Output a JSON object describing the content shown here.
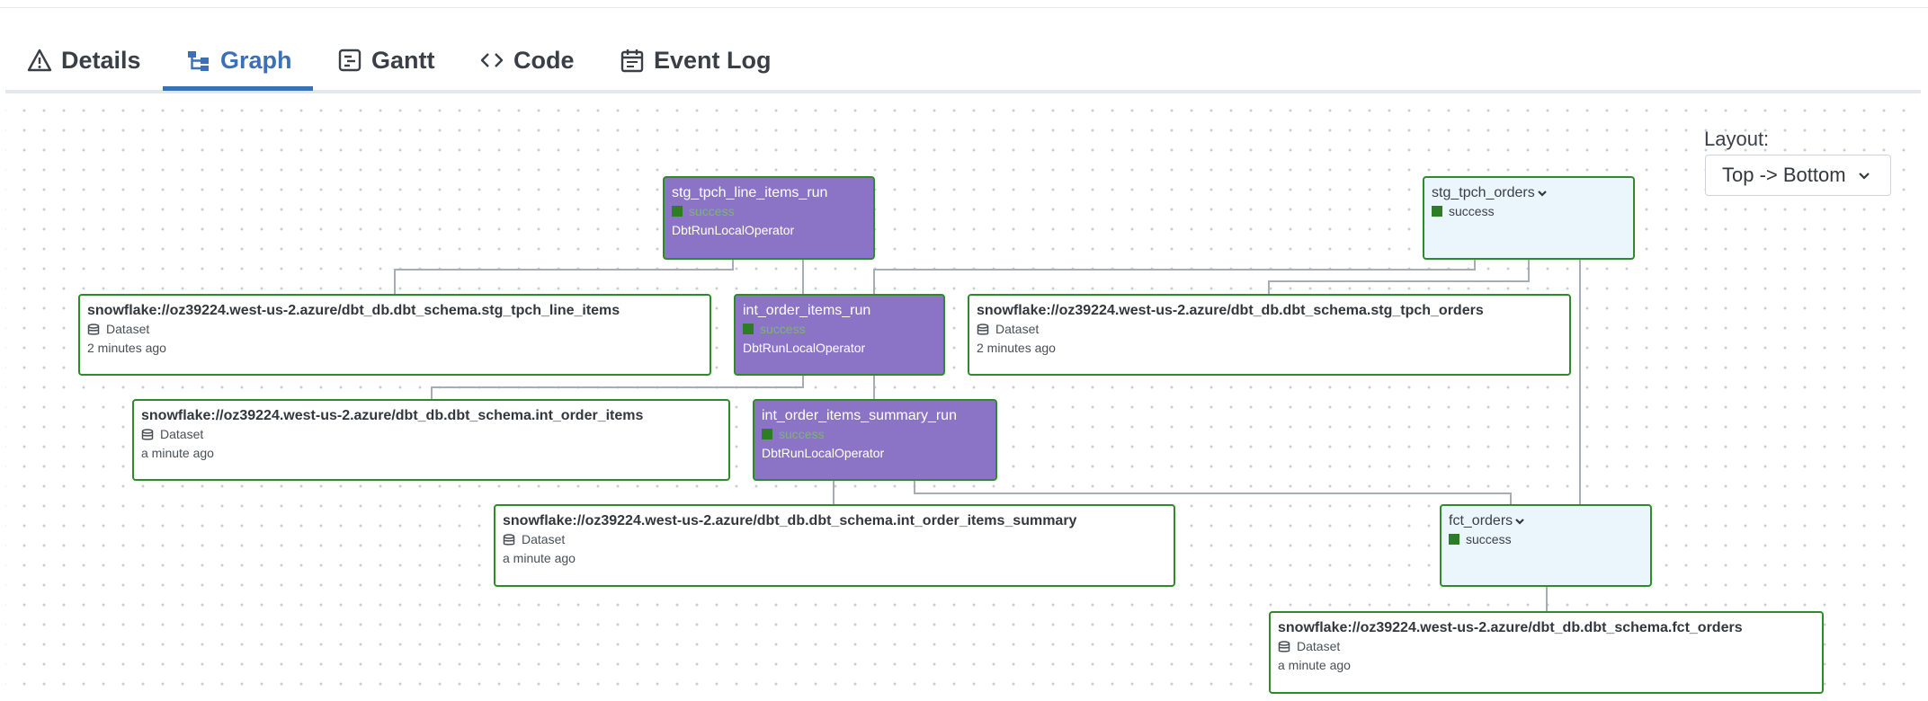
{
  "tabs": [
    {
      "label": "Details",
      "icon": "warning-icon"
    },
    {
      "label": "Graph",
      "icon": "graph-icon"
    },
    {
      "label": "Gantt",
      "icon": "gantt-icon"
    },
    {
      "label": "Code",
      "icon": "code-icon"
    },
    {
      "label": "Event Log",
      "icon": "calendar-icon"
    }
  ],
  "active_tab": "Graph",
  "colors": {
    "accent": "#3b6fb6",
    "task_bg": "#8b74c6",
    "border_success": "#2f8a2a",
    "dag_bg": "#eaf6fb",
    "state_success": "#2d7d24"
  },
  "layout_control": {
    "label": "Layout:",
    "value": "Top -> Bottom"
  },
  "nodes": {
    "stg_tpch_line_items_run": {
      "title": "stg_tpch_line_items_run",
      "state": "success",
      "operator": "DbtRunLocalOperator"
    },
    "stg_tpch_orders": {
      "title": "stg_tpch_orders",
      "state": "success"
    },
    "ds_stg_tpch_line_items": {
      "title": "snowflake://oz39224.west-us-2.azure/dbt_db.dbt_schema.stg_tpch_line_items",
      "type": "Dataset",
      "time": "2 minutes ago"
    },
    "int_order_items_run": {
      "title": "int_order_items_run",
      "state": "success",
      "operator": "DbtRunLocalOperator"
    },
    "ds_stg_tpch_orders": {
      "title": "snowflake://oz39224.west-us-2.azure/dbt_db.dbt_schema.stg_tpch_orders",
      "type": "Dataset",
      "time": "2 minutes ago"
    },
    "ds_int_order_items": {
      "title": "snowflake://oz39224.west-us-2.azure/dbt_db.dbt_schema.int_order_items",
      "type": "Dataset",
      "time": "a minute ago"
    },
    "int_order_items_summary_run": {
      "title": "int_order_items_summary_run",
      "state": "success",
      "operator": "DbtRunLocalOperator"
    },
    "ds_int_order_items_summary": {
      "title": "snowflake://oz39224.west-us-2.azure/dbt_db.dbt_schema.int_order_items_summary",
      "type": "Dataset",
      "time": "a minute ago"
    },
    "fct_orders": {
      "title": "fct_orders",
      "state": "success"
    },
    "ds_fct_orders": {
      "title": "snowflake://oz39224.west-us-2.azure/dbt_db.dbt_schema.fct_orders",
      "type": "Dataset",
      "time": "a minute ago"
    }
  }
}
